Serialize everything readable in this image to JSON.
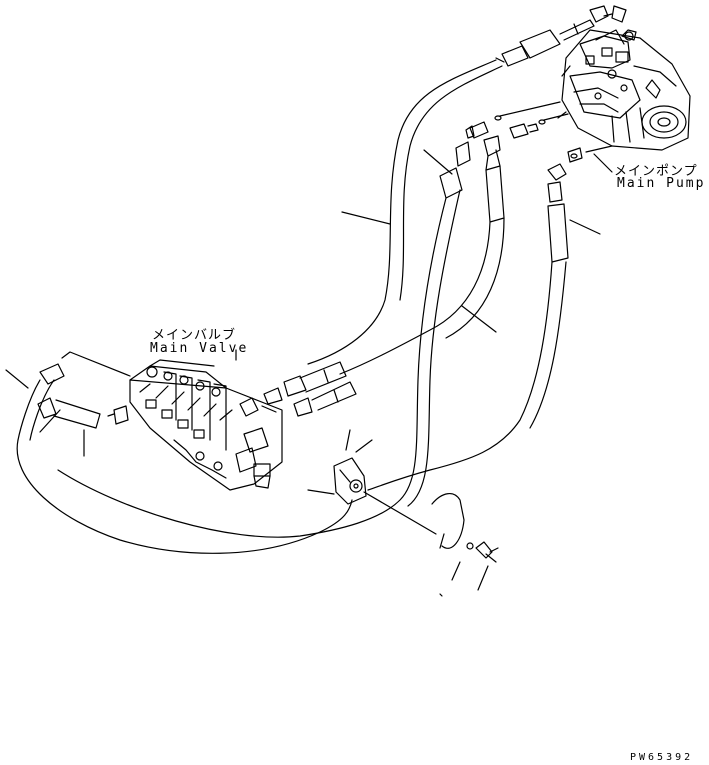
{
  "labels": {
    "main_pump_ja": "メインポンプ",
    "main_pump_en": "Main Pump",
    "main_valve_ja": "メインバルブ",
    "main_valve_en": "Main Valve",
    "drawing_code": "PW65392"
  }
}
